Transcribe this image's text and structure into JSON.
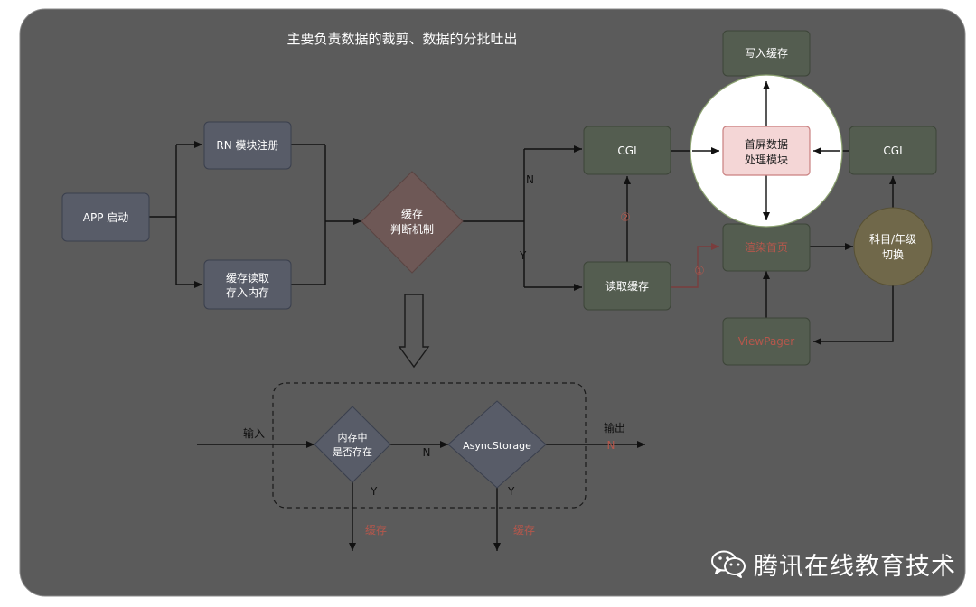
{
  "headline": "主要负责数据的裁剪、数据的分批吐出",
  "nodes": {
    "app_start": "APP 启动",
    "rn_register": "RN 模块注册",
    "cache_read_1": "缓存读取",
    "cache_read_2": "存入内存",
    "cache_judge_1": "缓存",
    "cache_judge_2": "判断机制",
    "cgi_left": "CGI",
    "read_cache": "读取缓存",
    "write_cache": "写入缓存",
    "first_screen_1": "首屏数据",
    "first_screen_2": "处理模块",
    "cgi_right": "CGI",
    "render_home": "渲染首页",
    "subject_1": "科目/年级",
    "subject_2": "切换",
    "viewpager": "ViewPager",
    "mem_exists_1": "内存中",
    "mem_exists_2": "是否存在",
    "async_storage": "AsyncStorage"
  },
  "labels": {
    "n_top": "N",
    "y_bottom": "Y",
    "step2": "②",
    "step1": "①",
    "input": "输入",
    "output": "输出",
    "n_mid": "N",
    "n_out": "N",
    "y_left": "Y",
    "y_right": "Y",
    "cache_left": "缓存",
    "cache_right": "缓存"
  },
  "watermark": "腾讯在线教育技术",
  "colors": {
    "background": "#5b5b5b",
    "panel": "#6b6b6b",
    "box_blue": "#585c68",
    "box_green": "#545d50",
    "diamond_red": "#6e5856",
    "highlight_fill": "#f4d6d6",
    "highlight_border": "#c98080",
    "yellow_circle": "#70684a",
    "text_red": "#b5574c"
  }
}
